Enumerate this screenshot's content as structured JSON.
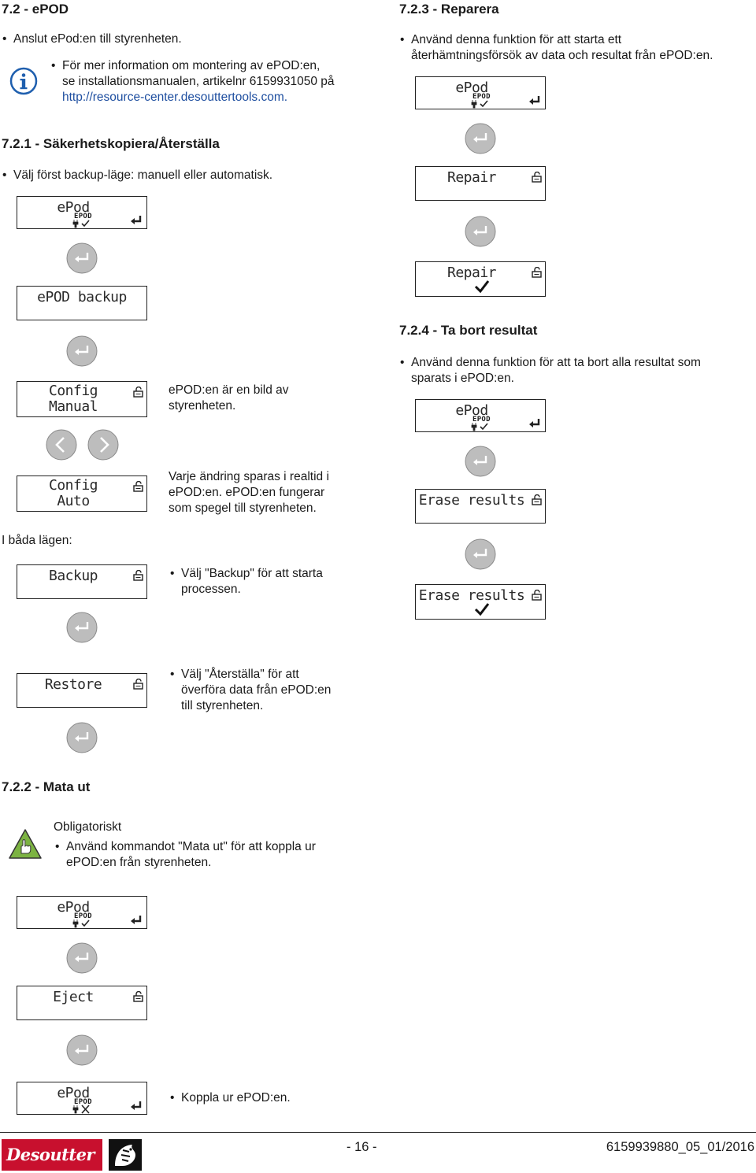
{
  "left": {
    "title": "7.2 - ePOD",
    "intro_bullet": "Anslut ePod:en till styrenheten.",
    "info": {
      "line1": "För mer information om montering av ePOD:en,",
      "line2": "se installationsmanualen, artikelnr 6159931050 på",
      "link": "http://resource-center.desouttertools.com."
    },
    "s721": {
      "title": "7.2.1 - Säkerhetskopiera/Återställa",
      "bullet": "Välj först backup-läge: manuell eller automatisk.",
      "note_manual": [
        "ePOD:en är en bild av",
        "styrenheten."
      ],
      "note_auto": [
        "Varje ändring sparas i realtid i",
        "ePOD:en. ePOD:en fungerar",
        "som spegel till styrenheten."
      ],
      "both_modes": "I båda lägen:",
      "note_backup": [
        "Välj \"Backup\" för att starta",
        "processen."
      ],
      "note_restore": [
        "Välj \"Återställa\" för att",
        "överföra data från ePOD:en",
        "till styrenheten."
      ]
    },
    "s722": {
      "title": "7.2.2 - Mata ut",
      "mandatory": "Obligatoriskt",
      "bullet": [
        "Använd kommandot \"Mata ut\" för att koppla ur",
        "ePOD:en från styrenheten."
      ],
      "last": "Koppla ur ePOD:en."
    }
  },
  "right": {
    "s723": {
      "title": "7.2.3 - Reparera",
      "bullet": [
        "Använd denna funktion för att starta ett",
        "återhämtningsförsök av data och resultat från ePOD:en."
      ]
    },
    "s724": {
      "title": "7.2.4 - Ta bort resultat",
      "bullet": [
        "Använd denna funktion för att ta bort alla resultat som",
        "sparats i ePOD:en."
      ]
    }
  },
  "screens": {
    "epod": "ePod",
    "epod_small": "EPOD",
    "epod_backup": "ePOD backup",
    "config": "Config",
    "manual": "Manual",
    "auto": "Auto",
    "backup": "Backup",
    "restore": "Restore",
    "eject": "Eject",
    "repair": "Repair",
    "erase": "Erase results"
  },
  "footer": {
    "brand": "Desoutter",
    "page": "- 16 -",
    "docref": "6159939880_05_01/2016"
  },
  "colors": {
    "info_icon": "#1f5fae",
    "mandatory_icon": "#7cb342",
    "link": "#1f4fa0"
  }
}
